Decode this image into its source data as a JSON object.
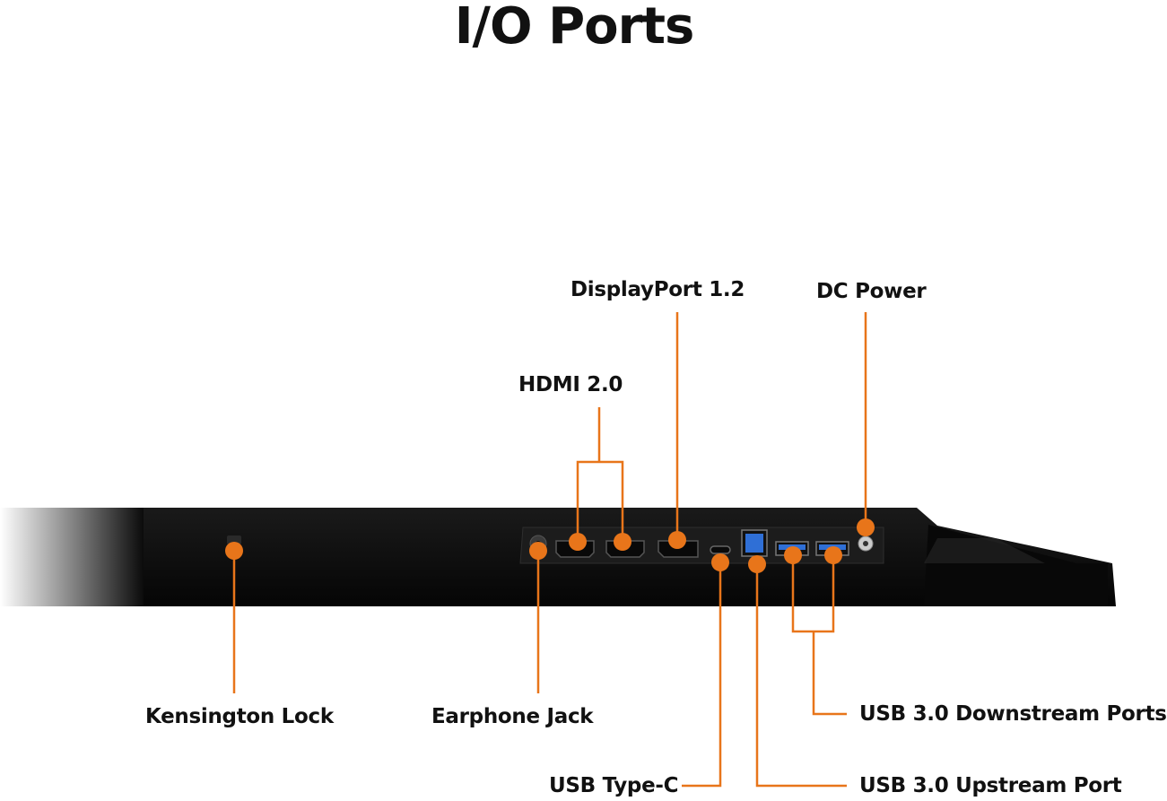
{
  "title": "I/O Ports",
  "colors": {
    "callout": "#e8751a",
    "monitor_body": "#0b0b0b",
    "port_panel": "#1c1c1c",
    "usb_blue": "#2f6fd6",
    "text": "#111111"
  },
  "labels": {
    "displayport": "DisplayPort 1.2",
    "dc_power": "DC Power",
    "hdmi": "HDMI 2.0",
    "kensington": "Kensington Lock",
    "earphone": "Earphone Jack",
    "usb_downstream": "USB 3.0 Downstream Ports",
    "usb_type_c": "USB Type-C",
    "usb_upstream": "USB 3.0 Upstream Port"
  }
}
